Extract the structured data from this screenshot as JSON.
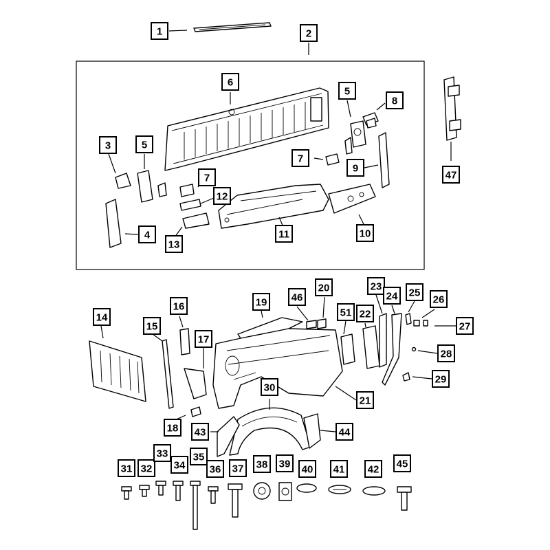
{
  "diagram": {
    "callouts": [
      {
        "id": "c1",
        "text": "1"
      },
      {
        "id": "c2",
        "text": "2"
      },
      {
        "id": "c3",
        "text": "3"
      },
      {
        "id": "c4",
        "text": "4"
      },
      {
        "id": "c5a",
        "text": "5"
      },
      {
        "id": "c5b",
        "text": "5"
      },
      {
        "id": "c6",
        "text": "6"
      },
      {
        "id": "c7a",
        "text": "7"
      },
      {
        "id": "c7b",
        "text": "7"
      },
      {
        "id": "c8",
        "text": "8"
      },
      {
        "id": "c9",
        "text": "9"
      },
      {
        "id": "c10",
        "text": "10"
      },
      {
        "id": "c11",
        "text": "11"
      },
      {
        "id": "c12",
        "text": "12"
      },
      {
        "id": "c13",
        "text": "13"
      },
      {
        "id": "c14",
        "text": "14"
      },
      {
        "id": "c15",
        "text": "15"
      },
      {
        "id": "c16",
        "text": "16"
      },
      {
        "id": "c17",
        "text": "17"
      },
      {
        "id": "c18",
        "text": "18"
      },
      {
        "id": "c19",
        "text": "19"
      },
      {
        "id": "c20",
        "text": "20"
      },
      {
        "id": "c21",
        "text": "21"
      },
      {
        "id": "c22",
        "text": "22"
      },
      {
        "id": "c23",
        "text": "23"
      },
      {
        "id": "c24",
        "text": "24"
      },
      {
        "id": "c25",
        "text": "25"
      },
      {
        "id": "c26",
        "text": "26"
      },
      {
        "id": "c27",
        "text": "27"
      },
      {
        "id": "c28",
        "text": "28"
      },
      {
        "id": "c29",
        "text": "29"
      },
      {
        "id": "c30",
        "text": "30"
      },
      {
        "id": "c31",
        "text": "31"
      },
      {
        "id": "c32",
        "text": "32"
      },
      {
        "id": "c33",
        "text": "33"
      },
      {
        "id": "c34",
        "text": "34"
      },
      {
        "id": "c35",
        "text": "35"
      },
      {
        "id": "c36",
        "text": "36"
      },
      {
        "id": "c37",
        "text": "37"
      },
      {
        "id": "c38",
        "text": "38"
      },
      {
        "id": "c39",
        "text": "39"
      },
      {
        "id": "c40",
        "text": "40"
      },
      {
        "id": "c41",
        "text": "41"
      },
      {
        "id": "c42",
        "text": "42"
      },
      {
        "id": "c43",
        "text": "43"
      },
      {
        "id": "c44",
        "text": "44"
      },
      {
        "id": "c45",
        "text": "45"
      },
      {
        "id": "c46",
        "text": "46"
      },
      {
        "id": "c47",
        "text": "47"
      },
      {
        "id": "c51",
        "text": "51"
      }
    ]
  }
}
